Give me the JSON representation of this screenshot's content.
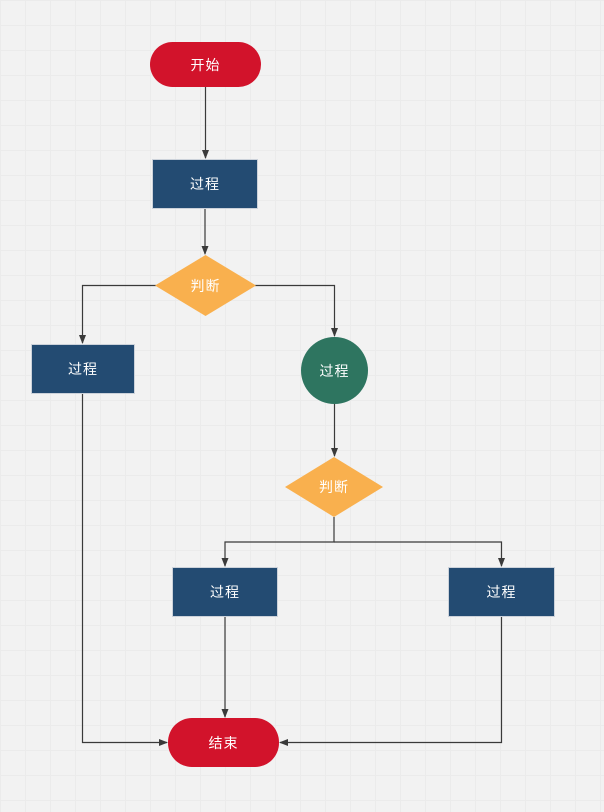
{
  "palette": {
    "canvas_background": "#f2f2f2",
    "grid_line": "#ebebeb",
    "connector": "#3a3a3a",
    "terminator_red": "#d2132b",
    "process_blue": "#234b72",
    "decision_orange": "#f9b04e",
    "circle_green": "#2e7560",
    "node_text": "#ffffff"
  },
  "nodes": [
    {
      "id": "start",
      "shape": "terminator-rounded",
      "label": "开始"
    },
    {
      "id": "process-top",
      "shape": "process-rectangle",
      "label": "过程"
    },
    {
      "id": "decision-top",
      "shape": "decision-diamond",
      "label": "判断"
    },
    {
      "id": "process-left",
      "shape": "process-rectangle",
      "label": "过程"
    },
    {
      "id": "process-circle",
      "shape": "process-circle",
      "label": "过程"
    },
    {
      "id": "decision-middle",
      "shape": "decision-diamond",
      "label": "判断"
    },
    {
      "id": "process-bottom-left",
      "shape": "process-rectangle",
      "label": "过程"
    },
    {
      "id": "process-bottom-right",
      "shape": "process-rectangle",
      "label": "过程"
    },
    {
      "id": "end",
      "shape": "terminator-rounded",
      "label": "结束"
    }
  ],
  "edges": [
    {
      "from": "start",
      "to": "process-top"
    },
    {
      "from": "process-top",
      "to": "decision-top"
    },
    {
      "from": "decision-top",
      "to": "process-left"
    },
    {
      "from": "decision-top",
      "to": "process-circle"
    },
    {
      "from": "process-circle",
      "to": "decision-middle"
    },
    {
      "from": "decision-middle",
      "to": "process-bottom-left"
    },
    {
      "from": "decision-middle",
      "to": "process-bottom-right"
    },
    {
      "from": "process-left",
      "to": "end"
    },
    {
      "from": "process-bottom-left",
      "to": "end"
    },
    {
      "from": "process-bottom-right",
      "to": "end"
    }
  ]
}
